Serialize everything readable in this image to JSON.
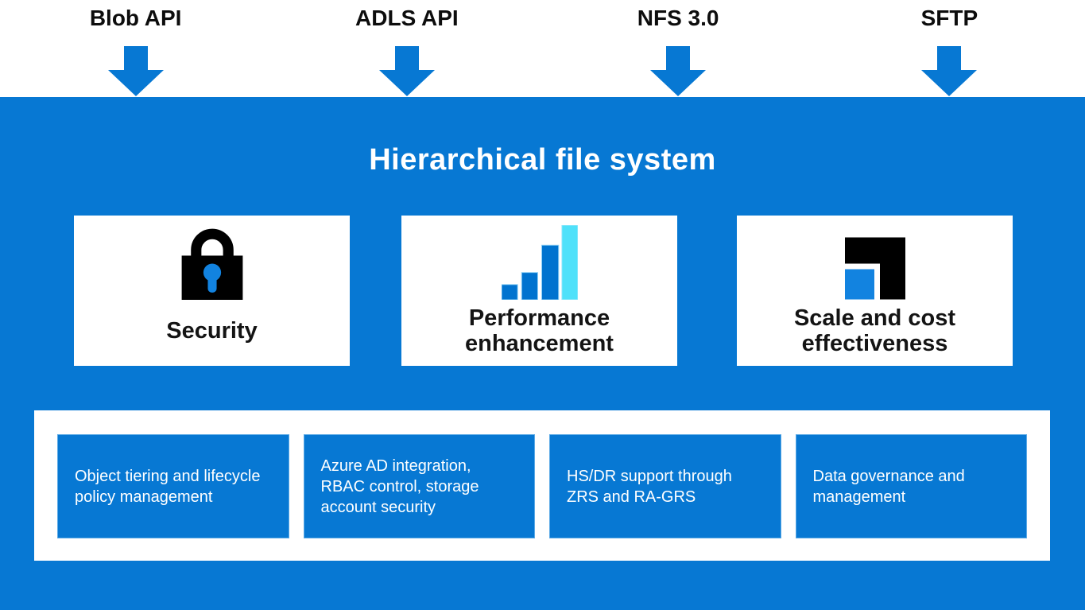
{
  "apis": [
    {
      "label": "Blob API"
    },
    {
      "label": "ADLS API"
    },
    {
      "label": "NFS 3.0"
    },
    {
      "label": "SFTP"
    }
  ],
  "title": "Hierarchical file system",
  "cards": [
    {
      "label": "Security",
      "icon": "lock-icon"
    },
    {
      "label": "Performance enhancement",
      "icon": "bar-chart-icon"
    },
    {
      "label": "Scale and cost effectiveness",
      "icon": "scale-cost-icon"
    }
  ],
  "features": [
    "Object tiering and lifecycle policy management",
    "Azure AD integration, RBAC control, storage account security",
    "HS/DR support through ZRS and RA-GRS",
    "Data governance and management"
  ],
  "colors": {
    "primary_blue": "#0778D3",
    "icon_accent_blue": "#1283E0",
    "bar_dark_blue": "#0073CF",
    "bar_cyan": "#4FE1FA",
    "icon_black": "#000000",
    "card_white": "#FFFFFF",
    "label_text": "#0D0D0D"
  }
}
